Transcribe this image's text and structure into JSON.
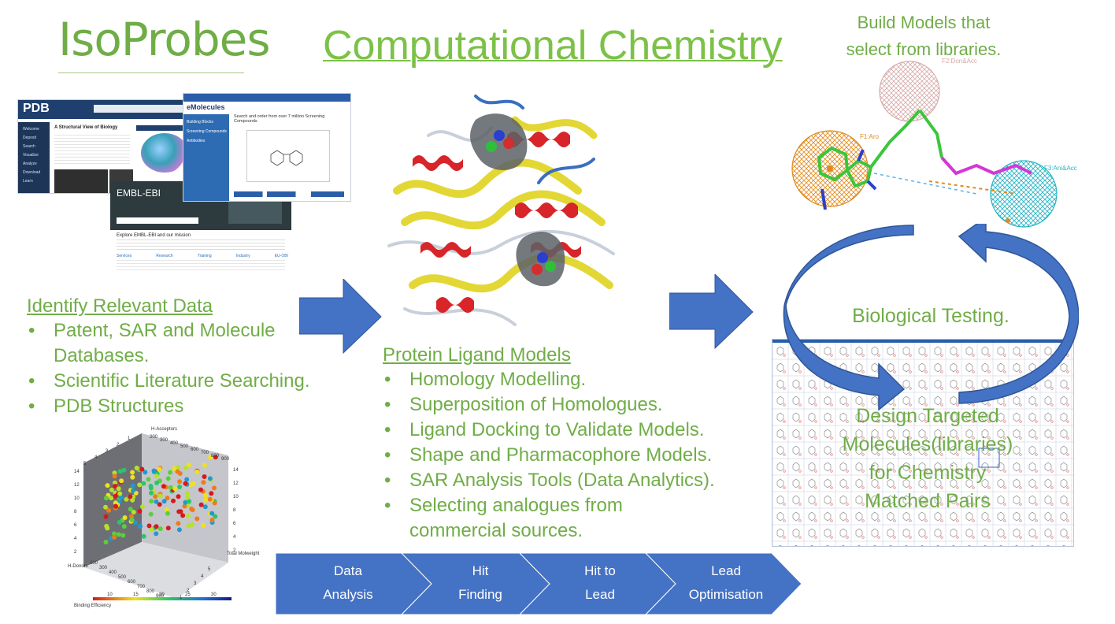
{
  "logo": {
    "text": "IsoProbes"
  },
  "title": "Computational Chemistry",
  "build_models": {
    "line1": "Build Models that",
    "line2": "select from libraries."
  },
  "identify": {
    "heading": "Identify Relevant Data",
    "items": [
      "Patent, SAR and Molecule",
      "Databases.",
      "Scientific Literature Searching.",
      "PDB Structures"
    ]
  },
  "protein": {
    "heading": "Protein Ligand Models",
    "items": [
      "Homology Modelling.",
      "Superposition of Homologues.",
      "Ligand Docking to Validate Models.",
      "Shape and Pharmacophore Models.",
      "SAR Analysis Tools (Data Analytics).",
      "Selecting analogues from",
      "commercial sources."
    ]
  },
  "cycle": {
    "biological": "Biological Testing.",
    "design": [
      "Design Targeted",
      "Molecules(libraries)",
      "for Chemistry",
      "Matched Pairs"
    ]
  },
  "pharmacophore_labels": {
    "f1": "F1:Aro",
    "f2": "F2:Don&Acc",
    "f3": "F3:Ani&Acc"
  },
  "pipeline": [
    {
      "line1": "Data",
      "line2": "Analysis"
    },
    {
      "line1": "Hit",
      "line2": "Finding"
    },
    {
      "line1": "Hit to",
      "line2": "Lead"
    },
    {
      "line1": "Lead",
      "line2": "Optimisation"
    }
  ],
  "scatter3d": {
    "z_axis": "H-Acceptors",
    "x_axis": "H-Donors",
    "y_axis": "Total Molweight",
    "colorbar_label": "Binding Efficiency",
    "colorbar_ticks": [
      "10",
      "15",
      "20",
      "25",
      "30"
    ],
    "left_ticks": [
      "14",
      "12",
      "10",
      "8",
      "6",
      "4",
      "2"
    ],
    "right_ticks": [
      "14",
      "12",
      "10",
      "8",
      "6",
      "4",
      "2"
    ],
    "top_ticks": [
      "1",
      "2",
      "3",
      "4",
      "5"
    ],
    "top_ticks2": [
      "200",
      "300",
      "400",
      "500",
      "600",
      "700",
      "800",
      "900"
    ],
    "bottom_ticks": [
      "200",
      "300",
      "400",
      "500",
      "600",
      "700",
      "800",
      "900"
    ],
    "bottom_ticks2": [
      "1",
      "2",
      "3",
      "4",
      "5"
    ]
  },
  "screens": {
    "pdb_title": "A Structural View of Biology",
    "pdb_logo": "PDB",
    "pdb_menu": [
      "Welcome",
      "Deposit",
      "Search",
      "Visualize",
      "Analyze",
      "Download",
      "Learn"
    ],
    "emol_logo": "eMolecules",
    "emol_search": "Search and order from over 7 million Screening Compounds",
    "emol_menu": [
      "Building Blocks",
      "Screening Compounds",
      "Antibodies"
    ],
    "ebi_logo": "EMBL-EBI",
    "ebi_heading": "Explore EMBL-EBI and our mission",
    "ebi_cols": [
      "Services",
      "Research",
      "Training",
      "Industry",
      "EU-OBI"
    ]
  },
  "colors": {
    "green": "#70ad47",
    "blue": "#4472c4",
    "dark_blue": "#2f5597"
  }
}
